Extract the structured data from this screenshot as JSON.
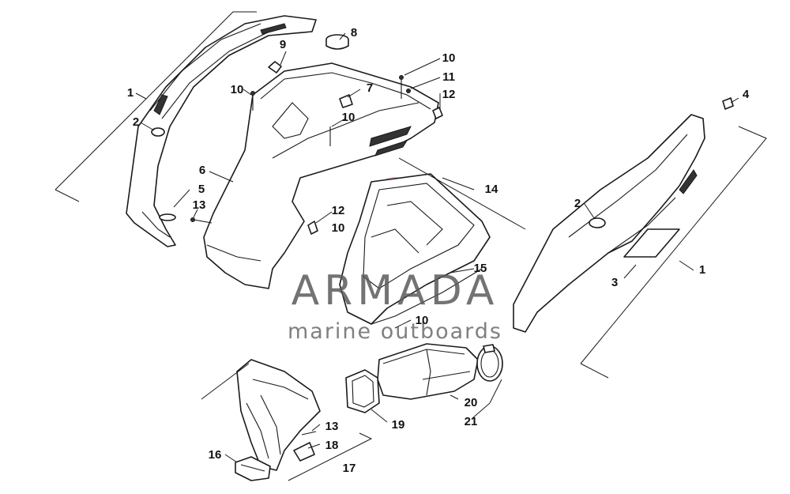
{
  "callouts": {
    "c1a": "1",
    "c2a": "2",
    "c5": "5",
    "c13a": "13",
    "c6": "6",
    "c10a": "10",
    "c9": "9",
    "c8": "8",
    "c7": "7",
    "c10b": "10",
    "c10c": "10",
    "c11": "11",
    "c12a": "12",
    "c4": "4",
    "c14": "14",
    "c12b": "12",
    "c10d": "10",
    "c2b": "2",
    "c1b": "1",
    "c3": "3",
    "c15": "15",
    "c10e": "10",
    "c20": "20",
    "c21": "21",
    "c19": "19",
    "c13b": "13",
    "c18": "18",
    "c16": "16",
    "c17": "17"
  },
  "watermark": {
    "title": "ARMADA",
    "subtitle": "marine outboards",
    "logo_color": "#e8a0c0"
  }
}
